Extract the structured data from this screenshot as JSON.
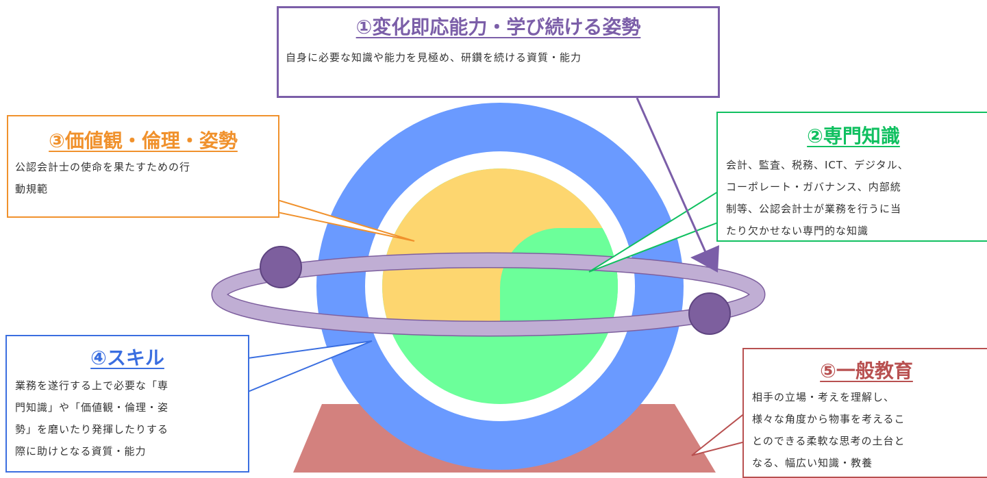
{
  "colors": {
    "purple": "#7b5ea8",
    "orange": "#f0912c",
    "green": "#10c060",
    "blue": "#3a6ee0",
    "red": "#b85050",
    "ring_blue": "#6a9aff",
    "yellow_half": "#fdd66f",
    "green_half": "#6cff9a",
    "orbit_ring": "#c0aed4",
    "planet": "#7d5f9e",
    "base": "#d3817e"
  },
  "boxes": {
    "learning": {
      "title": "①変化即応能力・学び続ける姿勢",
      "lines": [
        "自身に必要な知識や能力を見極め、研鑽を続ける資質・能力"
      ]
    },
    "expertise": {
      "title": "②専門知識",
      "lines": [
        "会計、監査、税務、ICT、デジタル、",
        "コーポレート・ガバナンス、内部統",
        "制等、公認会計士が業務を行うに当",
        "たり欠かせない専門的な知識"
      ]
    },
    "values": {
      "title": "③価値観・倫理・姿勢",
      "lines": [
        "公認会計士の使命を果たすための行",
        "動規範"
      ]
    },
    "skills": {
      "title": "④スキル",
      "lines": [
        "業務を遂行する上で必要な「専",
        "門知識」や「価値観・倫理・姿",
        "勢」を磨いたり発揮したりする",
        "際に助けとなる資質・能力"
      ]
    },
    "general": {
      "title": "⑤一般教育",
      "lines": [
        "相手の立場・考えを理解し、",
        "様々な角度から物事を考えるこ",
        "とのできる柔軟な思考の土台と",
        "なる、幅広い知識・教養"
      ]
    }
  }
}
